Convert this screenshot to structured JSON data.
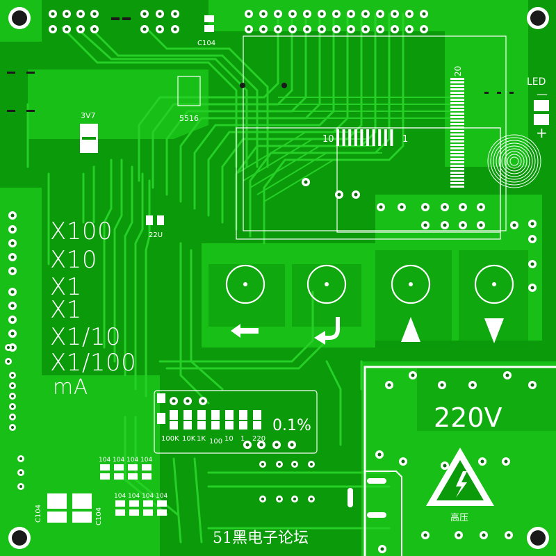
{
  "labels": {
    "c104_top": "C104",
    "ic_5516": "5516",
    "battery": "3V7",
    "cap_22u": "22U",
    "led": "LED",
    "led_minus": "—",
    "led_plus": "+",
    "connector_left": "10",
    "connector_right": "1",
    "connector_top": "20",
    "volts": "220V",
    "high_voltage": "高压",
    "percent": "0.1%",
    "cap_left_a": "C104",
    "cap_left_b": "C104"
  },
  "ranges": [
    "X100",
    "X10",
    "X1",
    "X1",
    "X1/10",
    "X1/100",
    "mA"
  ],
  "resistors_top_row": [
    "104",
    "104",
    "104",
    "104"
  ],
  "resistors_bottom_row": [
    "104",
    "104",
    "104",
    "104"
  ],
  "dip_labels": [
    "100K",
    "10K",
    "1K",
    "100",
    "10",
    "1",
    "220"
  ],
  "footer": "51黑电子论坛",
  "colors": {
    "board": "#0b9f0b",
    "trace": "#22cc22",
    "pour": "#16b816",
    "pad": "#ffffff",
    "silkscreen": "#ffffff"
  }
}
